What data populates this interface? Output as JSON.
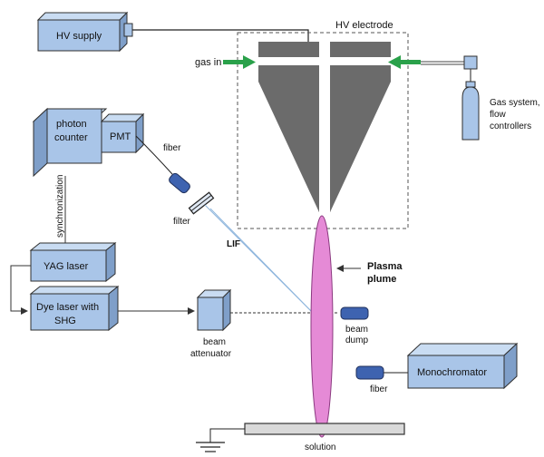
{
  "labels": {
    "hv_supply": "HV supply",
    "hv_electrode": "HV electrode",
    "gas_in": "gas in",
    "gas_system_1": "Gas system,",
    "gas_system_2": "flow",
    "gas_system_3": "controllers",
    "photon_counter_1": "photon",
    "photon_counter_2": "counter",
    "pmt": "PMT",
    "fiber_top": "fiber",
    "filter": "filter",
    "synchronization": "synchronization",
    "lif": "LIF",
    "yag_laser": "YAG laser",
    "dye_laser_1": "Dye laser with",
    "dye_laser_2": "SHG",
    "beam_attenuator_1": "beam",
    "beam_attenuator_2": "attenuator",
    "plasma_plume_1": "Plasma",
    "plasma_plume_2": "plume",
    "beam_dump_1": "beam",
    "beam_dump_2": "dump",
    "monochromator": "Monochromator",
    "fiber_bottom": "fiber",
    "solution": "solution"
  },
  "colors": {
    "box_face": "#a9c5e8",
    "box_top": "#c9dcf2",
    "box_side": "#7f9fc9",
    "box_stroke": "#2f2f2f",
    "electrode": "#6b6b6b",
    "plume": "#e58ad6",
    "arrow_green": "#2aa14a",
    "lif_line": "#8fb6dd",
    "fiber_blue": "#3e63b0"
  }
}
